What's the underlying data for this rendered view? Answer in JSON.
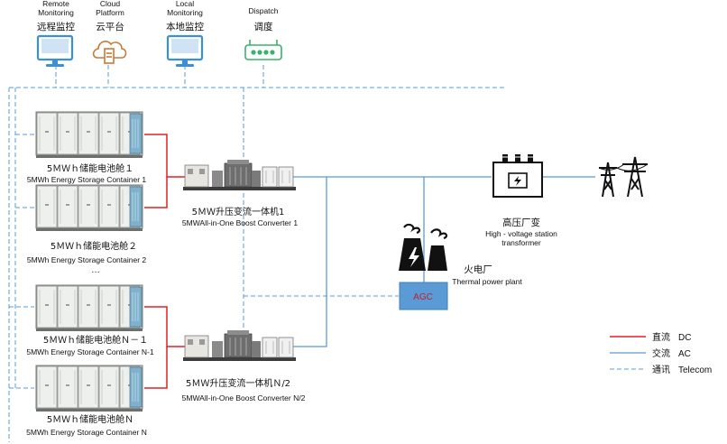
{
  "colors": {
    "dc": "#e02020",
    "ac": "#5b9bd5",
    "telecom": "#5b9bd5",
    "monitor": "#3a8fd8",
    "cloud": "#c87a38",
    "dispatch": "#39b26b",
    "agc_fill": "#5b9bd5",
    "agc_text": "#c0202a"
  },
  "top_devices": [
    {
      "icon": "monitor-icon",
      "en": "Remote\nMonitoring",
      "cn": "远程监控"
    },
    {
      "icon": "cloud-server-icon",
      "en": "Cloud\nPlatform",
      "cn": "云平台"
    },
    {
      "icon": "monitor-icon",
      "en": "Local\nMonitoring",
      "cn": "本地监控"
    },
    {
      "icon": "dispatch-router-icon",
      "en": "Dispatch",
      "cn": "调度"
    }
  ],
  "containers": [
    {
      "cn": "5ＭＷｈ储能电池舱１",
      "en": "5MWh Energy Storage Container 1"
    },
    {
      "cn": "5ＭＷｈ储能电池舱２",
      "en": "5MWh Energy Storage Container 2"
    },
    {
      "cn": "5ＭＷｈ储能电池舱Ｎ－１",
      "en": "5MWh Energy Storage Container N-1"
    },
    {
      "cn": "5ＭＷｈ储能电池舱Ｎ",
      "en": "5MWh Energy Storage Container N"
    }
  ],
  "ellipsis": "…",
  "converters": [
    {
      "cn": "5ＭＷ升压变流一体机1",
      "en": "5MWAll-in-One Boost Converter 1"
    },
    {
      "cn": "5ＭＷ升压变流一体机Ｎ/2",
      "en": "5MWAll-in-One Boost Converter N/2"
    }
  ],
  "substation": {
    "cn": "高压厂变",
    "en": "High - voltage station\ntransformer"
  },
  "thermal": {
    "cn": "火电厂",
    "en": "Thermal power plant"
  },
  "agc": "AGC",
  "legend": [
    {
      "type": "dc",
      "cn": "直流",
      "en": "DC"
    },
    {
      "type": "ac",
      "cn": "交流",
      "en": "AC"
    },
    {
      "type": "telecom",
      "cn": "通讯",
      "en": "Telecom"
    }
  ]
}
